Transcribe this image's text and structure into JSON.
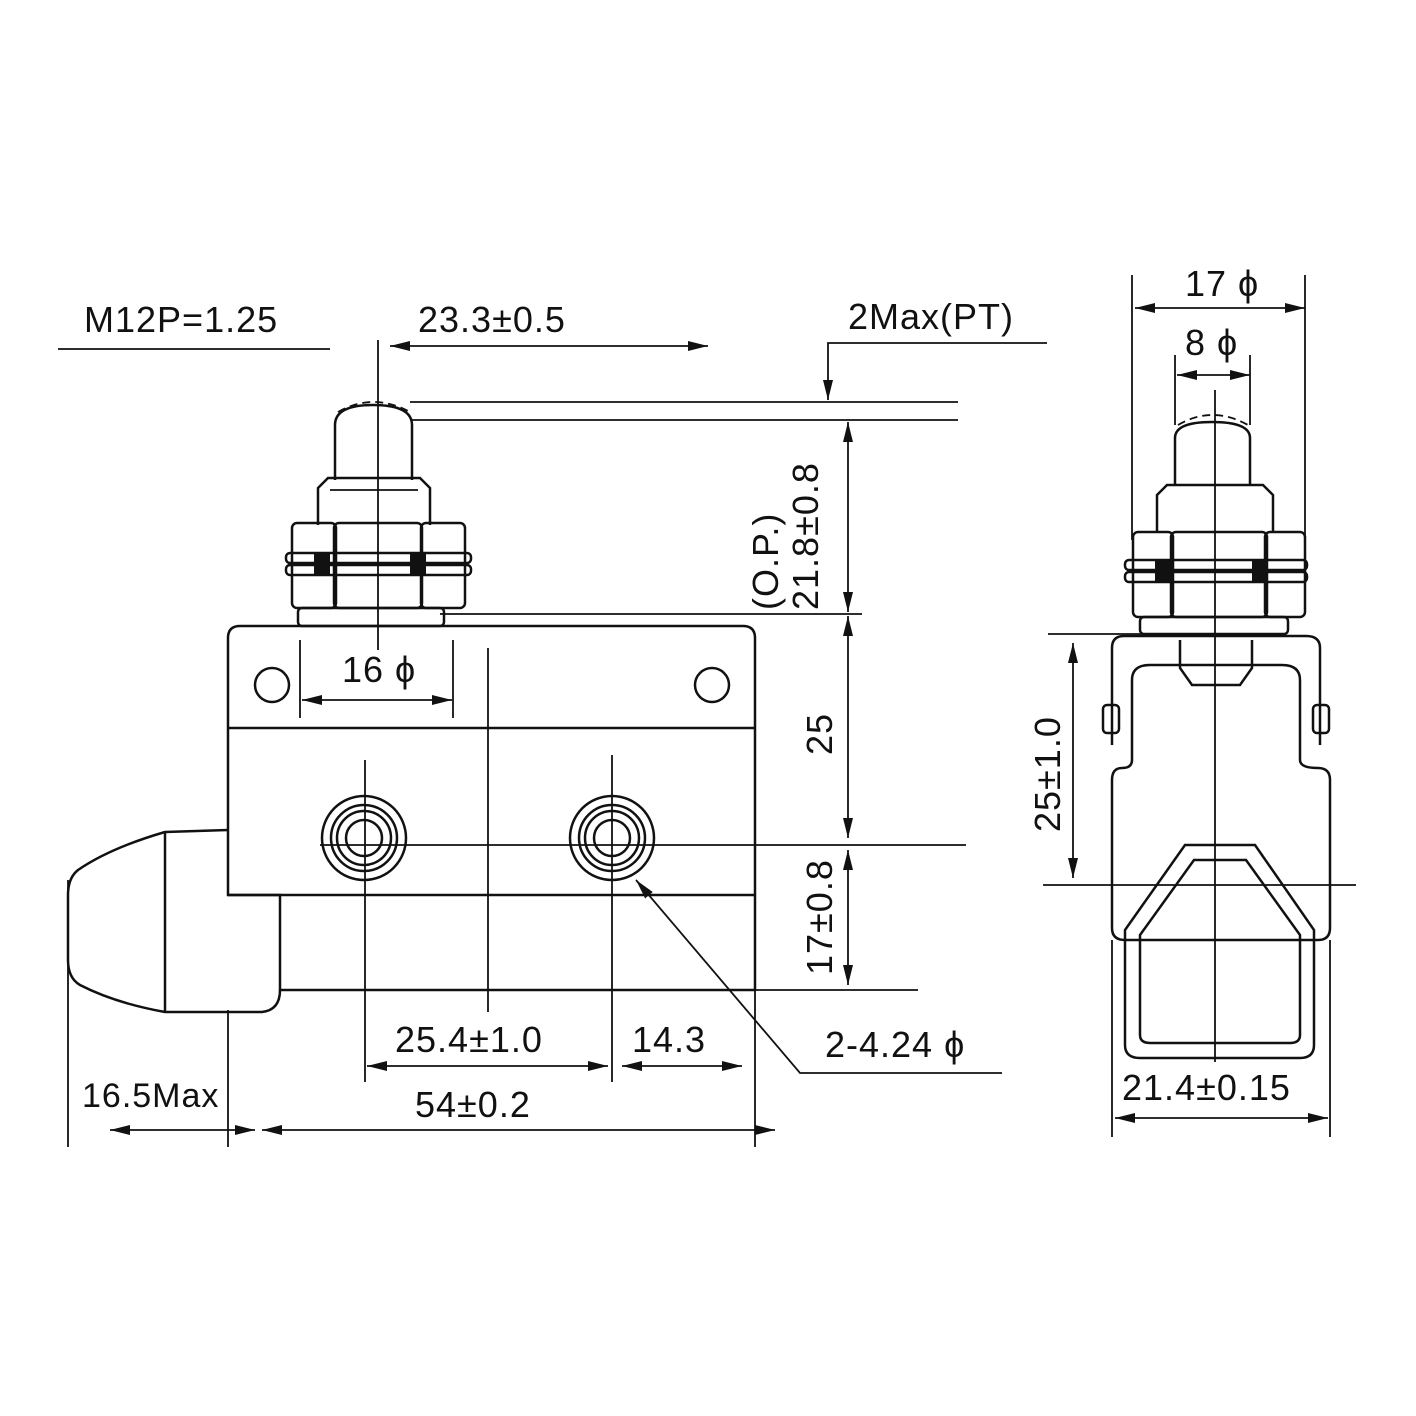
{
  "colors": {
    "line": "#111111",
    "background": "#ffffff"
  },
  "front_view": {
    "thread": "M12P=1.25",
    "plunger_offset": "23.3±0.5",
    "pretravel": "2Max(PT)",
    "operating_position_label": "(O.P.)",
    "operating_position": "21.8±0.8",
    "body_height": "25",
    "hole_height": "17±0.8",
    "nut_diameter": "16 ϕ",
    "hole_spacing": "25.4±1.0",
    "hole_edge": "14.3",
    "holes": "2-4.24 ϕ",
    "roller_max": "16.5Max",
    "body_length": "54±0.2"
  },
  "side_view": {
    "nut_diameter": "17 ϕ",
    "plunger_diameter": "8 ϕ",
    "height": "25±1.0",
    "width": "21.4±0.15"
  }
}
